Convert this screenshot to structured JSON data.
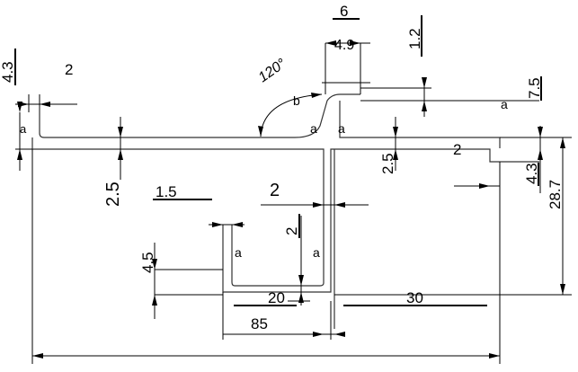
{
  "labels": {
    "d_4_3_left": "4.3",
    "d_2_top_left": "2",
    "d_120deg": "120°",
    "d_b": "b",
    "d_6": "6",
    "d_4_9": "4.9",
    "d_1_2": "1.2",
    "d_7_5": "7.5",
    "d_a_right_top": "a",
    "d_a_left": "a",
    "d_a_mid_left": "a",
    "d_a_mid_right": "a",
    "d_2_5_mid": "2.5",
    "d_2_right": "2",
    "d_4_3_right": "4.3",
    "d_28_7": "28.7",
    "d_2_5_left": "2.5",
    "d_1_5": "1.5",
    "d_2_center": "2",
    "d_2_small_vert": "2",
    "d_a_channel_left": "a",
    "d_a_channel_right": "a",
    "d_4_5": "4.5",
    "d_20": "20",
    "d_30": "30",
    "d_85": "85"
  }
}
